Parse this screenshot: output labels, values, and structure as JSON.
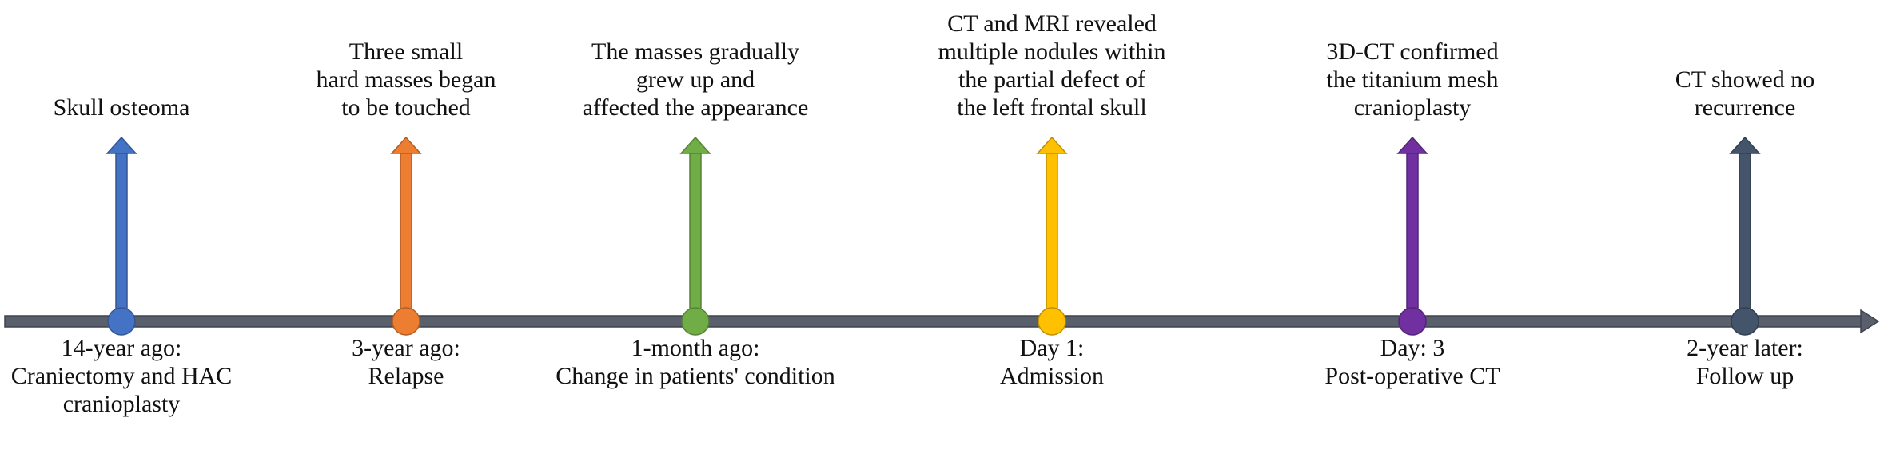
{
  "colors": {
    "axis": "#59606b",
    "axis_stroke": "#3d4450"
  },
  "events": [
    {
      "id": "skull-osteoma",
      "color": "#4472c4",
      "top_lines": [
        "Skull osteoma"
      ],
      "bottom_lines": [
        "14-year ago:",
        "Craniectomy and HAC",
        "cranioplasty"
      ]
    },
    {
      "id": "relapse",
      "color": "#ed7d31",
      "top_lines": [
        "Three small",
        "hard masses began",
        "to be touched"
      ],
      "bottom_lines": [
        "3-year ago:",
        "Relapse"
      ]
    },
    {
      "id": "condition-change",
      "color": "#70ad47",
      "top_lines": [
        "The masses gradually",
        "grew up and",
        "affected the appearance"
      ],
      "bottom_lines": [
        "1-month ago:",
        "Change in patients' condition"
      ]
    },
    {
      "id": "admission",
      "color": "#ffc000",
      "top_lines": [
        "CT and MRI revealed",
        "multiple nodules within",
        "the partial defect of",
        "the left frontal skull"
      ],
      "bottom_lines": [
        "Day 1:",
        "Admission"
      ]
    },
    {
      "id": "post-operative",
      "color": "#7030a0",
      "top_lines": [
        "3D-CT confirmed",
        "the titanium mesh",
        "cranioplasty"
      ],
      "bottom_lines": [
        "Day: 3",
        "Post-operative CT"
      ]
    },
    {
      "id": "follow-up",
      "color": "#44546a",
      "top_lines": [
        "CT showed no",
        "recurrence"
      ],
      "bottom_lines": [
        "2-year later:",
        "Follow up"
      ]
    }
  ]
}
